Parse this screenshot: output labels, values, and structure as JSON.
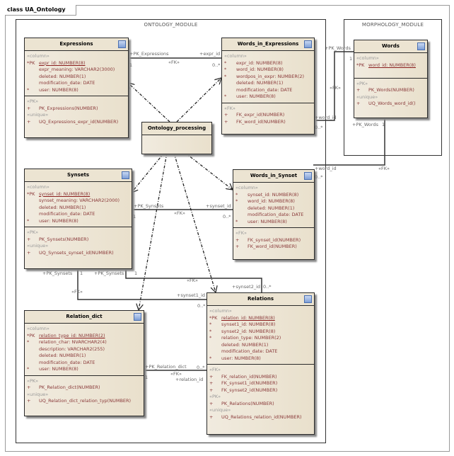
{
  "frame_title": "class UA_Ontology",
  "packages": {
    "ontology": "ONTOLOGY_MODULE",
    "morphology": "MORPHOLOGY_MODULE"
  },
  "boxes": [
    {
      "id": "expressions",
      "title": "Expressions",
      "sections": [
        {
          "stereo": "«column»",
          "rows": [
            [
              "*PK",
              "expr_id:  NUMBER(8)",
              true
            ],
            [
              "",
              "expr_meaning:  VARCHAR2(3000)"
            ],
            [
              "",
              "deleted:  NUMBER(1)"
            ],
            [
              "",
              "modification_date:  DATE"
            ],
            [
              "*",
              "user:  NUMBER(8)"
            ]
          ]
        },
        {
          "stereo": "«PK»",
          "rows": [
            [
              "+",
              "PK_Expressions(NUMBER)"
            ]
          ],
          "stereo2": "«unique»",
          "rows2": [
            [
              "+",
              "UQ_Expressions_expr_id(NUMBER)"
            ]
          ]
        }
      ]
    },
    {
      "id": "wie",
      "title": "Words_in_Expressions",
      "sections": [
        {
          "stereo": "«column»",
          "rows": [
            [
              "*",
              "expr_id:  NUMBER(8)"
            ],
            [
              "*",
              "word_id:  NUMBER(8)"
            ],
            [
              "*",
              "wordpos_in_expr:  NUMBER(2)"
            ],
            [
              "",
              "deleted:  NUMBER(1)"
            ],
            [
              "",
              "modification_date:  DATE"
            ],
            [
              "*",
              "user:  NUMBER(8)"
            ]
          ]
        },
        {
          "stereo": "«FK»",
          "rows": [
            [
              "+",
              "FK_expr_id(NUMBER)"
            ],
            [
              "+",
              "FK_word_id(NUMBER)"
            ]
          ]
        }
      ]
    },
    {
      "id": "words",
      "title": "Words",
      "sections": [
        {
          "stereo": "«column»",
          "rows": [
            [
              "*PK",
              "word_id:  NUMBER(8)",
              true
            ],
            [
              "",
              ""
            ]
          ]
        },
        {
          "stereo": "«PK»",
          "rows": [
            [
              "+",
              "PK_Words(NUMBER)"
            ]
          ],
          "stereo2": "«unique»",
          "rows2": [
            [
              "+",
              "UQ_Words_word_id()"
            ]
          ]
        }
      ]
    },
    {
      "id": "ontproc",
      "title": "Ontology_processing",
      "sections": []
    },
    {
      "id": "synsets",
      "title": "Synsets",
      "sections": [
        {
          "stereo": "«column»",
          "rows": [
            [
              "*PK",
              "synset_id:  NUMBER(8)",
              true
            ],
            [
              "",
              "synset_meaning:  VARCHAR2(2000)"
            ],
            [
              "",
              "deleted:  NUMBER(1)"
            ],
            [
              "",
              "modification_date:  DATE"
            ],
            [
              "*",
              "user:  NUMBER(8)"
            ]
          ]
        },
        {
          "stereo": "«PK»",
          "rows": [
            [
              "+",
              "PK_Synsets(NUMBER)"
            ]
          ],
          "stereo2": "«unique»",
          "rows2": [
            [
              "+",
              "UQ_Synsets_synset_id(NUMBER)"
            ]
          ]
        }
      ]
    },
    {
      "id": "wis",
      "title": "Words_in_Synset",
      "sections": [
        {
          "stereo": "«column»",
          "rows": [
            [
              "*",
              "synset_id:  NUMBER(8)"
            ],
            [
              "*",
              "word_id:  NUMBER(8)"
            ],
            [
              "",
              "deleted:  NUMBER(1)"
            ],
            [
              "",
              "modification_date:  DATE"
            ],
            [
              "*",
              "user:  NUMBER(8)"
            ]
          ]
        },
        {
          "stereo": "«FK»",
          "rows": [
            [
              "+",
              "FK_synset_id(NUMBER)"
            ],
            [
              "+",
              "FK_word_id(NUMBER)"
            ]
          ]
        }
      ]
    },
    {
      "id": "reldict",
      "title": "Relation_dict",
      "sections": [
        {
          "stereo": "«column»",
          "rows": [
            [
              "*PK",
              "relation_type_id:  NUMBER(2)",
              true
            ],
            [
              "*",
              "relation_char:  NVARCHAR2(4)"
            ],
            [
              "",
              "description:  VARCHAR2(255)"
            ],
            [
              "",
              "deleted:  NUMBER(1)"
            ],
            [
              "",
              "modification_date:  DATE"
            ],
            [
              "*",
              "user:  NUMBER(8)"
            ]
          ]
        },
        {
          "stereo": "«PK»",
          "rows": [
            [
              "+",
              "PK_Relation_dict(NUMBER)"
            ]
          ],
          "stereo2": "«unique»",
          "rows2": [
            [
              "+",
              "UQ_Relation_dict_relation_typ(NUMBER)"
            ]
          ]
        }
      ]
    },
    {
      "id": "relations",
      "title": "Relations",
      "sections": [
        {
          "stereo": "«column»",
          "rows": [
            [
              "*PK",
              "relation_id:  NUMBER(8)",
              true
            ],
            [
              "*",
              "synset1_id:  NUMBER(8)"
            ],
            [
              "*",
              "synset2_id:  NUMBER(8)"
            ],
            [
              "*",
              "relation_type:  NUMBER(2)"
            ],
            [
              "",
              "deleted:  NUMBER(1)"
            ],
            [
              "",
              "modification_date:  DATE"
            ],
            [
              "*",
              "user:  NUMBER(8)"
            ]
          ]
        },
        {
          "stereo": "«FK»",
          "rows": [
            [
              "+",
              "FK_relation_id(NUMBER)"
            ],
            [
              "+",
              "FK_synset1_id(NUMBER)"
            ],
            [
              "+",
              "FK_synset2_id(NUMBER)"
            ]
          ],
          "stereo2": "«PK»",
          "rows2": [
            [
              "+",
              "PK_Relations(NUMBER)"
            ]
          ],
          "stereo3": "«unique»",
          "rows3": [
            [
              "+",
              "UQ_Relations_relation_id(NUMBER)"
            ]
          ]
        }
      ]
    }
  ],
  "connector_labels": {
    "e1": "+PK_Expressions",
    "e2": "«FK»",
    "e3": "+expr_id",
    "e4": "1",
    "e5": "0..*",
    "w1": "+PK_Words",
    "w2": "1",
    "w3": "«FK»",
    "w4": "+word_id",
    "w5": "0..*",
    "w6": "+PK_Words",
    "w7": "1",
    "w8": "«FK»",
    "w9": "+word_id",
    "w10": "0..*",
    "s1": "+PK_Synsets",
    "s2": "«FK»",
    "s3": "+synset_id",
    "s4": "1",
    "s5": "0..*",
    "r1": "+PK_Synsets",
    "r2": "1",
    "r3": "«FK»",
    "r4": "+synset2_id",
    "r5": "0..*",
    "q1": "+PK_Synsets",
    "q2": "1",
    "q3": "«FK»",
    "q4": "+synset1_id",
    "q5": "0..*",
    "d1": "+PK_Relation_dict",
    "d2": "0..*",
    "d3": "«FK»",
    "d4": "+relation_id",
    "d5": "1"
  }
}
